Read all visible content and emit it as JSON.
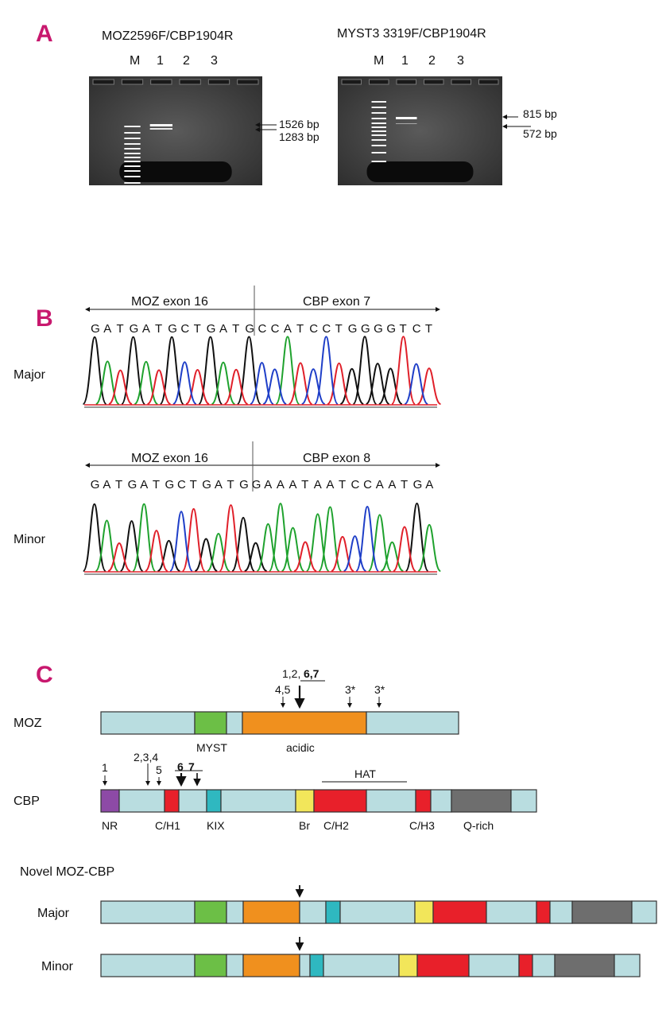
{
  "panel_a": {
    "label": "A",
    "gels": [
      {
        "title": "MOZ2596F/CBP1904R",
        "lanes": [
          "M",
          "1",
          "2",
          "3"
        ],
        "bands": [
          "1526 bp",
          "1283 bp"
        ]
      },
      {
        "title": "MYST3 3319F/CBP1904R",
        "lanes": [
          "M",
          "1",
          "2",
          "3"
        ],
        "bands": [
          "815 bp",
          "572 bp"
        ]
      }
    ]
  },
  "panel_b": {
    "label": "B",
    "traces": [
      {
        "name": "Major",
        "left_exon": "MOZ exon 16",
        "right_exon": "CBP exon 7",
        "sequence": "GATGATGCTGATGCCATCCTGGGGTCT"
      },
      {
        "name": "Minor",
        "left_exon": "MOZ exon 16",
        "right_exon": "CBP exon 8",
        "sequence": "GATGATGCTGATGGAAATAATCCAATGA"
      }
    ],
    "base_colors": {
      "G": "#111111",
      "A": "#1fa22e",
      "T": "#e0202a",
      "C": "#1f3fc8"
    }
  },
  "panel_c": {
    "label": "C",
    "moz": {
      "name": "MOZ",
      "domains": [
        "MYST",
        "acidic"
      ],
      "breakpoints": [
        "4,5",
        "1,2,",
        "6,7",
        "3*",
        "3*"
      ]
    },
    "cbp": {
      "name": "CBP",
      "domains": [
        "NR",
        "C/H1",
        "KIX",
        "Br",
        "C/H2",
        "C/H3",
        "Q-rich"
      ],
      "hat": "HAT",
      "breakpoints": [
        "1",
        "2,3,4",
        "5",
        "6",
        "7"
      ]
    },
    "fusion_title": "Novel MOZ-CBP",
    "fusions": [
      "Major",
      "Minor"
    ],
    "colors": {
      "base": "#b9dde0",
      "myst": "#6cbf46",
      "acidic": "#f0901e",
      "nr": "#8d4aa6",
      "ch": "#e8202a",
      "kix": "#2fb8c0",
      "br": "#f2e65a",
      "qrich": "#6e6e6e"
    }
  }
}
